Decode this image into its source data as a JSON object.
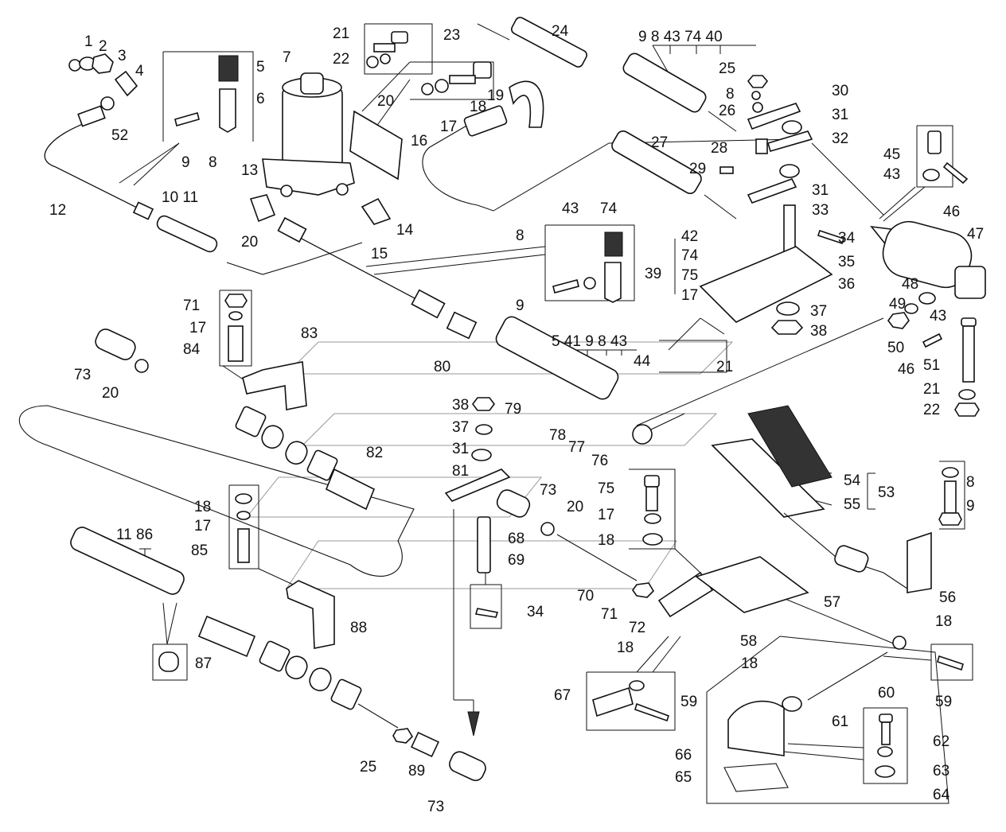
{
  "diagram": {
    "colors": {
      "ink": "#111111",
      "paper": "#ffffff"
    },
    "callouts": [
      {
        "id": "c1",
        "text": "1"
      },
      {
        "id": "c2",
        "text": "2"
      },
      {
        "id": "c3",
        "text": "3"
      },
      {
        "id": "c4",
        "text": "4"
      },
      {
        "id": "c5a",
        "text": "5"
      },
      {
        "id": "c6",
        "text": "6"
      },
      {
        "id": "c7",
        "text": "7"
      },
      {
        "id": "c8a",
        "text": "8"
      },
      {
        "id": "c9a",
        "text": "9"
      },
      {
        "id": "c52",
        "text": "52"
      },
      {
        "id": "c12",
        "text": "12"
      },
      {
        "id": "c1011",
        "text": "10 11"
      },
      {
        "id": "c13",
        "text": "13"
      },
      {
        "id": "c14",
        "text": "14"
      },
      {
        "id": "c15",
        "text": "15"
      },
      {
        "id": "c16",
        "text": "16"
      },
      {
        "id": "c20a",
        "text": "20"
      },
      {
        "id": "c21a",
        "text": "21"
      },
      {
        "id": "c22a",
        "text": "22"
      },
      {
        "id": "c23",
        "text": "23"
      },
      {
        "id": "c20b",
        "text": "20"
      },
      {
        "id": "c18a",
        "text": "18"
      },
      {
        "id": "c19",
        "text": "19"
      },
      {
        "id": "c17a",
        "text": "17"
      },
      {
        "id": "c24",
        "text": "24"
      },
      {
        "id": "cgroup1",
        "text": "9 8 43 74 40"
      },
      {
        "id": "c25a",
        "text": "25"
      },
      {
        "id": "c8b",
        "text": "8"
      },
      {
        "id": "c26",
        "text": "26"
      },
      {
        "id": "c30",
        "text": "30"
      },
      {
        "id": "c31a",
        "text": "31"
      },
      {
        "id": "c32",
        "text": "32"
      },
      {
        "id": "c27",
        "text": "27"
      },
      {
        "id": "c28",
        "text": "28"
      },
      {
        "id": "c29",
        "text": "29"
      },
      {
        "id": "c31b",
        "text": "31"
      },
      {
        "id": "c33",
        "text": "33"
      },
      {
        "id": "c34a",
        "text": "34"
      },
      {
        "id": "c35",
        "text": "35"
      },
      {
        "id": "c36",
        "text": "36"
      },
      {
        "id": "c37a",
        "text": "37"
      },
      {
        "id": "c38a",
        "text": "38"
      },
      {
        "id": "c42",
        "text": "42"
      },
      {
        "id": "c74a",
        "text": "74"
      },
      {
        "id": "c75a",
        "text": "75"
      },
      {
        "id": "c17b",
        "text": "17"
      },
      {
        "id": "c45",
        "text": "45"
      },
      {
        "id": "c43a",
        "text": "43"
      },
      {
        "id": "c46a",
        "text": "46"
      },
      {
        "id": "c47",
        "text": "47"
      },
      {
        "id": "c48",
        "text": "48"
      },
      {
        "id": "c49",
        "text": "49"
      },
      {
        "id": "c43b",
        "text": "43"
      },
      {
        "id": "c50",
        "text": "50"
      },
      {
        "id": "c46b",
        "text": "46"
      },
      {
        "id": "c51",
        "text": "51"
      },
      {
        "id": "c21b",
        "text": "21"
      },
      {
        "id": "c22b",
        "text": "22"
      },
      {
        "id": "c8c",
        "text": "8"
      },
      {
        "id": "c43c",
        "text": "43"
      },
      {
        "id": "c74b",
        "text": "74"
      },
      {
        "id": "c39",
        "text": "39"
      },
      {
        "id": "c9b",
        "text": "9"
      },
      {
        "id": "c71a",
        "text": "71"
      },
      {
        "id": "c17c",
        "text": "17"
      },
      {
        "id": "c84",
        "text": "84"
      },
      {
        "id": "c83",
        "text": "83"
      },
      {
        "id": "c73a",
        "text": "73"
      },
      {
        "id": "c20c",
        "text": "20"
      },
      {
        "id": "c80",
        "text": "80"
      },
      {
        "id": "cgroup2",
        "text": "5 41 9 8 43"
      },
      {
        "id": "c44",
        "text": "44"
      },
      {
        "id": "c21c",
        "text": "21"
      },
      {
        "id": "c38b",
        "text": "38"
      },
      {
        "id": "c37b",
        "text": "37"
      },
      {
        "id": "c79",
        "text": "79"
      },
      {
        "id": "c78",
        "text": "78"
      },
      {
        "id": "c77",
        "text": "77"
      },
      {
        "id": "c31c",
        "text": "31"
      },
      {
        "id": "c76",
        "text": "76"
      },
      {
        "id": "c81",
        "text": "81"
      },
      {
        "id": "c82",
        "text": "82"
      },
      {
        "id": "c73b",
        "text": "73"
      },
      {
        "id": "c20d",
        "text": "20"
      },
      {
        "id": "c75b",
        "text": "75"
      },
      {
        "id": "c17d",
        "text": "17"
      },
      {
        "id": "c18b",
        "text": "18"
      },
      {
        "id": "c68",
        "text": "68"
      },
      {
        "id": "c69",
        "text": "69"
      },
      {
        "id": "c18c",
        "text": "18"
      },
      {
        "id": "c17e",
        "text": "17"
      },
      {
        "id": "c85",
        "text": "85"
      },
      {
        "id": "c1186",
        "text": "11 86"
      },
      {
        "id": "c88",
        "text": "88"
      },
      {
        "id": "c87",
        "text": "87"
      },
      {
        "id": "c34b",
        "text": "34"
      },
      {
        "id": "c70",
        "text": "70"
      },
      {
        "id": "c71b",
        "text": "71"
      },
      {
        "id": "c72",
        "text": "72"
      },
      {
        "id": "c54",
        "text": "54"
      },
      {
        "id": "c55",
        "text": "55"
      },
      {
        "id": "c53",
        "text": "53"
      },
      {
        "id": "c8d",
        "text": "8"
      },
      {
        "id": "c9c",
        "text": "9"
      },
      {
        "id": "c56",
        "text": "56"
      },
      {
        "id": "c57",
        "text": "57"
      },
      {
        "id": "c58",
        "text": "58"
      },
      {
        "id": "c18d",
        "text": "18"
      },
      {
        "id": "c18e",
        "text": "18"
      },
      {
        "id": "c67",
        "text": "67"
      },
      {
        "id": "c59a",
        "text": "59"
      },
      {
        "id": "c18f",
        "text": "18"
      },
      {
        "id": "c60",
        "text": "60"
      },
      {
        "id": "c59b",
        "text": "59"
      },
      {
        "id": "c61",
        "text": "61"
      },
      {
        "id": "c62",
        "text": "62"
      },
      {
        "id": "c63",
        "text": "63"
      },
      {
        "id": "c64",
        "text": "64"
      },
      {
        "id": "c66",
        "text": "66"
      },
      {
        "id": "c65",
        "text": "65"
      },
      {
        "id": "c25b",
        "text": "25"
      },
      {
        "id": "c89",
        "text": "89"
      },
      {
        "id": "c73c",
        "text": "73"
      }
    ]
  }
}
